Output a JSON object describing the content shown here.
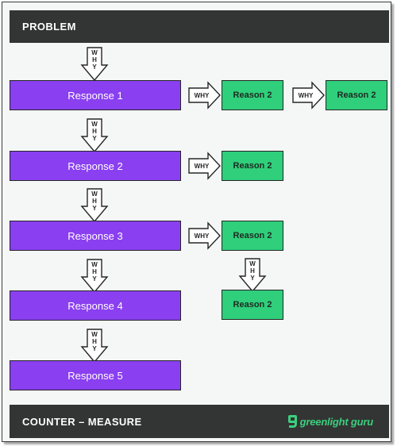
{
  "header": {
    "title": "PROBLEM"
  },
  "footer": {
    "title": "COUNTER – MEASURE",
    "brand": "greenlight guru"
  },
  "arrow_label": "WHY",
  "arrow_letters": [
    "W",
    "H",
    "Y"
  ],
  "responses": [
    "Response 1",
    "Response 2",
    "Response 3",
    "Response 4",
    "Response 5"
  ],
  "reasons": [
    "Reason 2",
    "Reason 2",
    "Reason 2",
    "Reason 2",
    "Reason 2"
  ],
  "colors": {
    "response": "#8a3ff0",
    "reason": "#2fcf7b",
    "bar": "#323533",
    "brand": "#3ccf7f"
  },
  "icons": [
    "down-arrow-icon",
    "right-arrow-icon",
    "greenlight-guru-logo-icon"
  ]
}
